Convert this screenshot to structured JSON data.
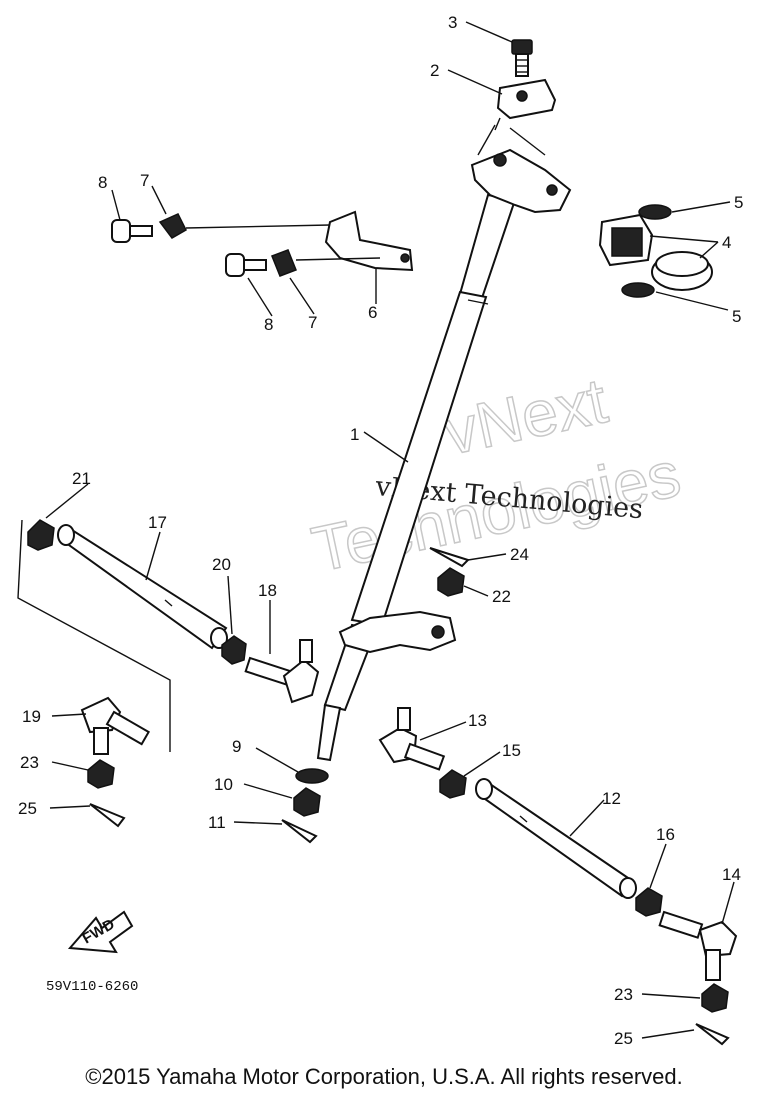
{
  "diagram": {
    "callouts": [
      {
        "id": "c3",
        "label": "3"
      },
      {
        "id": "c2",
        "label": "2"
      },
      {
        "id": "c8a",
        "label": "8"
      },
      {
        "id": "c7a",
        "label": "7"
      },
      {
        "id": "c5a",
        "label": "5"
      },
      {
        "id": "c4",
        "label": "4"
      },
      {
        "id": "c8b",
        "label": "8"
      },
      {
        "id": "c7b",
        "label": "7"
      },
      {
        "id": "c6",
        "label": "6"
      },
      {
        "id": "c5b",
        "label": "5"
      },
      {
        "id": "c1",
        "label": "1"
      },
      {
        "id": "c21",
        "label": "21"
      },
      {
        "id": "c17",
        "label": "17"
      },
      {
        "id": "c20",
        "label": "20"
      },
      {
        "id": "c18",
        "label": "18"
      },
      {
        "id": "c24",
        "label": "24"
      },
      {
        "id": "c22",
        "label": "22"
      },
      {
        "id": "c19",
        "label": "19"
      },
      {
        "id": "c13",
        "label": "13"
      },
      {
        "id": "c9",
        "label": "9"
      },
      {
        "id": "c15",
        "label": "15"
      },
      {
        "id": "c23a",
        "label": "23"
      },
      {
        "id": "c10",
        "label": "10"
      },
      {
        "id": "c12",
        "label": "12"
      },
      {
        "id": "c25a",
        "label": "25"
      },
      {
        "id": "c11",
        "label": "11"
      },
      {
        "id": "c16",
        "label": "16"
      },
      {
        "id": "c14",
        "label": "14"
      },
      {
        "id": "c23b",
        "label": "23"
      },
      {
        "id": "c25b",
        "label": "25"
      }
    ],
    "fwd_label": "FWD",
    "diagram_code": "59V110-6260",
    "watermark_big_1": "vNext",
    "watermark_big_2": "Technologies",
    "watermark_small": "vNext Technologies"
  },
  "footer": {
    "copyright": "©2015 Yamaha Motor Corporation, U.S.A. All rights reserved."
  }
}
